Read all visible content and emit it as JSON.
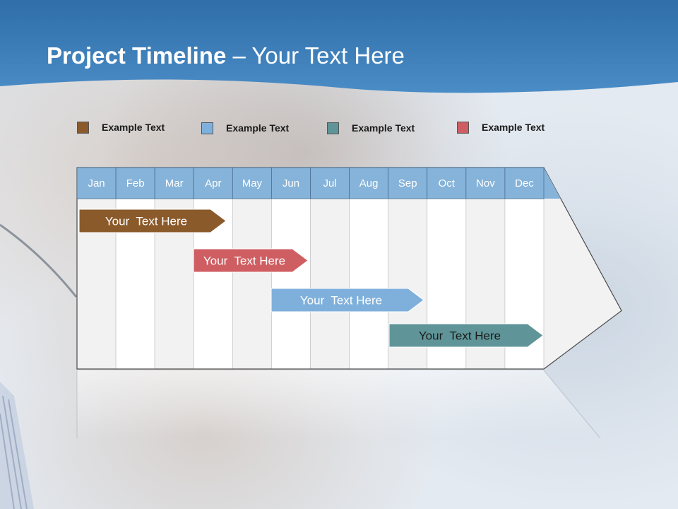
{
  "slide": {
    "title_bold": "Project Timeline",
    "title_separator": " – ",
    "title_rest": "Your Text Here"
  },
  "legend": [
    {
      "label": "Example Text",
      "color": "#8b5a2b"
    },
    {
      "label": "Example Text",
      "color": "#7fb0dc"
    },
    {
      "label": "Example Text",
      "color": "#5f9598"
    },
    {
      "label": "Example Text",
      "color": "#cf5e62"
    }
  ],
  "timeline": {
    "months": [
      "Jan",
      "Feb",
      "Mar",
      "Apr",
      "May",
      "Jun",
      "Jul",
      "Aug",
      "Sep",
      "Oct",
      "Nov",
      "Dec"
    ],
    "bars": [
      {
        "label": "Your  Text Here",
        "start_month": "Jan",
        "end_month": "Apr",
        "color": "#8b5a2b"
      },
      {
        "label": "Your  Text Here",
        "start_month": "Apr",
        "end_month": "Jun",
        "color": "#cf5e62"
      },
      {
        "label": "Your  Text Here",
        "start_month": "Jun",
        "end_month": "Sep",
        "color": "#7fb0dc"
      },
      {
        "label": "Your  Text Here",
        "start_month": "Sep",
        "end_month": "Dec",
        "color": "#5f9598"
      }
    ]
  },
  "colors": {
    "header_blue": "#3f7fb8",
    "month_header": "#86b3d9",
    "column_shade": "#f2f2f2",
    "column_white": "#ffffff"
  }
}
